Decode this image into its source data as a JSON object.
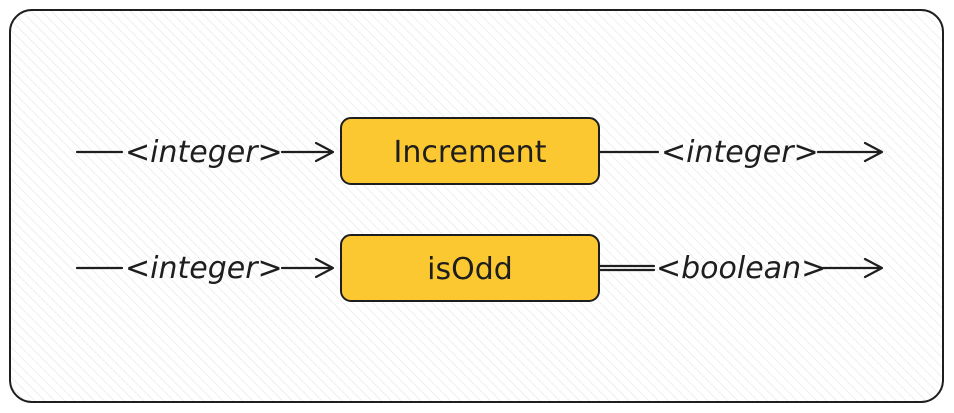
{
  "rows": [
    {
      "input_label": "<integer>",
      "function_name": "Increment",
      "output_label": "<integer>"
    },
    {
      "input_label": "<integer>",
      "function_name": "isOdd",
      "output_label": "<boolean>"
    }
  ],
  "colors": {
    "box_fill": "#fcc831",
    "stroke": "#1e1e1e",
    "background": "#ffffff",
    "hatch": "#e3e3e3"
  }
}
